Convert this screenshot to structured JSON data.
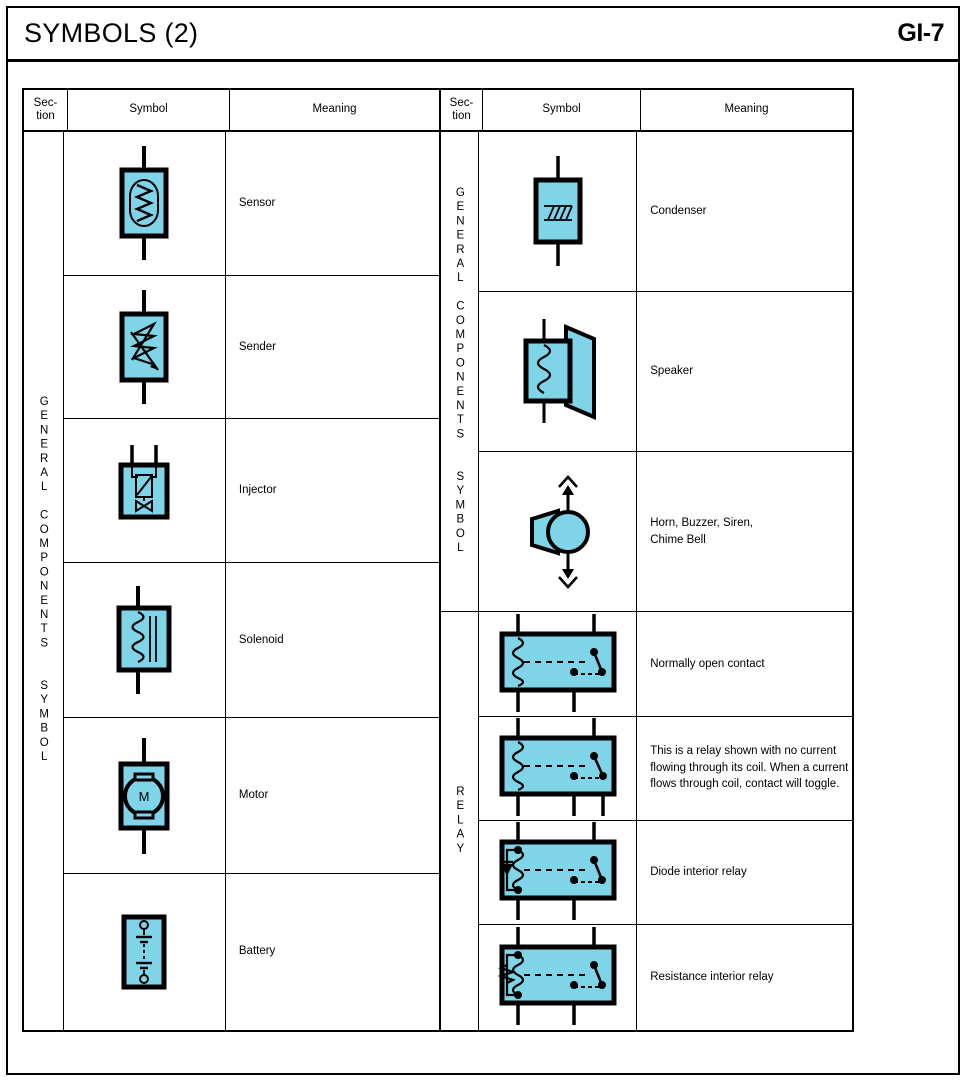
{
  "header": {
    "title": "SYMBOLS (2)",
    "page_code": "GI-7"
  },
  "columns": {
    "section": "Sec-\ntion",
    "symbol": "Symbol",
    "meaning": "Meaning"
  },
  "left_panel": {
    "section_label": "GENERAL COMPONENTS  SYMBOL",
    "rows": [
      {
        "symbol": "sensor-symbol",
        "meaning": "Sensor"
      },
      {
        "symbol": "sender-symbol",
        "meaning": "Sender"
      },
      {
        "symbol": "injector-symbol",
        "meaning": "Injector"
      },
      {
        "symbol": "solenoid-symbol",
        "meaning": "Solenoid"
      },
      {
        "symbol": "motor-symbol",
        "meaning": "Motor"
      },
      {
        "symbol": "battery-symbol",
        "meaning": "Battery"
      }
    ]
  },
  "right_panel": {
    "section_label_top": "GENERAL COMPONENTS  SYMBOL",
    "section_label_bottom": "RELAY",
    "rows_top": [
      {
        "symbol": "condenser-symbol",
        "meaning": "Condenser"
      },
      {
        "symbol": "speaker-symbol",
        "meaning": "Speaker"
      },
      {
        "symbol": "horn-symbol",
        "meaning": "Horn, Buzzer, Siren,\nChime Bell"
      }
    ],
    "rows_bottom": [
      {
        "symbol": "relay-normally-open-symbol",
        "meaning": "Normally open contact"
      },
      {
        "symbol": "relay-toggle-symbol",
        "meaning": "This is a relay shown with no current flowing through its coil. When a current flows through coil, contact will toggle."
      },
      {
        "symbol": "relay-diode-symbol",
        "meaning": "Diode interior relay"
      },
      {
        "symbol": "relay-resistance-symbol",
        "meaning": "Resistance interior relay"
      }
    ]
  },
  "colors": {
    "symbol_fill": "#7fd4e8",
    "symbol_stroke": "#000000",
    "page_background": "#ffffff"
  },
  "motor_label": "M"
}
